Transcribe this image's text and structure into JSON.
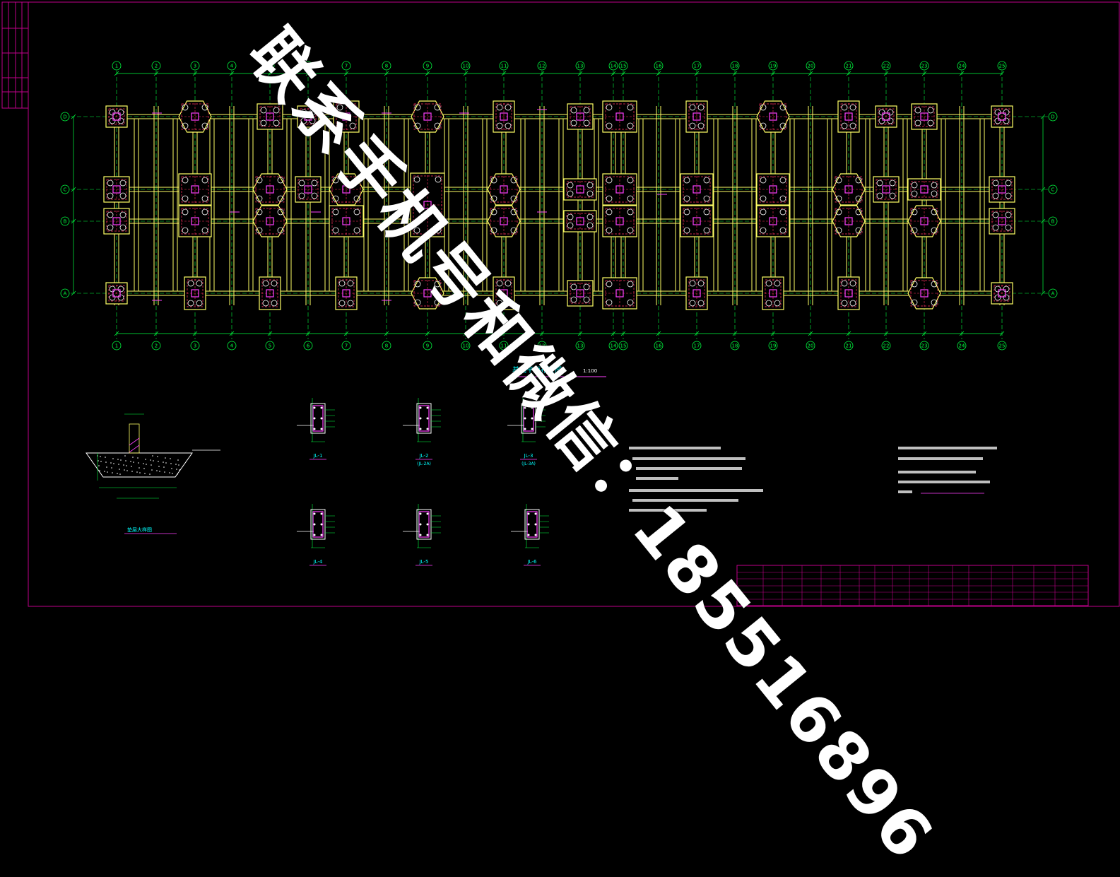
{
  "watermark": "联系手机号和微信：185516896",
  "colors": {
    "frame": "#c1008a",
    "beam": "#ffff66",
    "axis": "#00ff40",
    "pile": "#ff3060",
    "rebar": "#ff40ff",
    "text": "#00ffff",
    "white": "#ffffff",
    "pad": "#c8c800"
  },
  "axes": {
    "columns": [
      "1",
      "2",
      "3",
      "4",
      "5",
      "6",
      "7",
      "8",
      "9",
      "10",
      "11",
      "12",
      "13",
      "14",
      "15",
      "16",
      "17",
      "18",
      "19",
      "20",
      "21",
      "22",
      "23",
      "24",
      "25"
    ],
    "rows": [
      "D",
      "C",
      "B",
      "A"
    ]
  },
  "plan_title": "基础平面布置图",
  "plan_scale": "1:100",
  "beam_sections": [
    "JL-1",
    "JL-2",
    "JL-3",
    "JL-4",
    "JL-5",
    "JL-6"
  ],
  "beam_subtitles": [
    "(JL-2A)",
    "(JL-3A)"
  ],
  "section_title": "垫层大样图"
}
